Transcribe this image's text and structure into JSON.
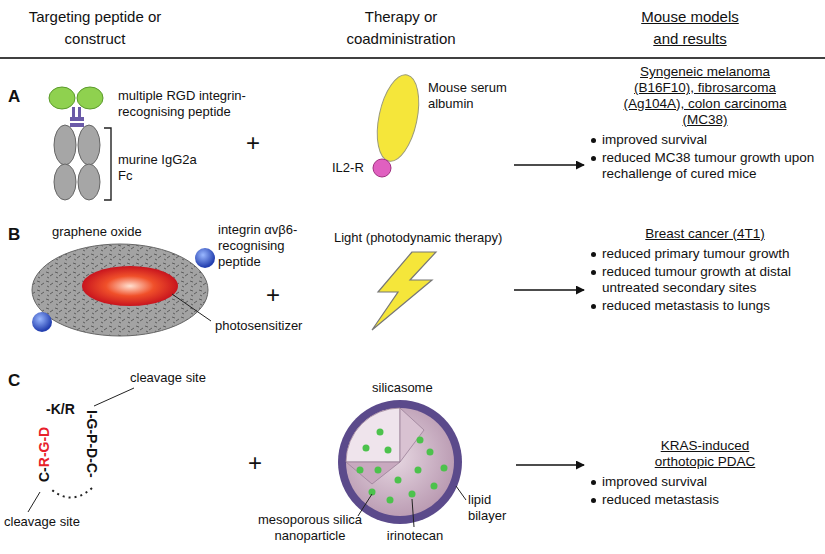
{
  "diagram": {
    "nodes": [
      {
        "text": [
          "Mouse serum albumin",
          "IL2-R"
        ]
      },
      {
        "text": [
          "Syngeneic melanoma (B16F10), fibrosarcoma (Ag104A), colon carcinoma (MC38)",
          "improved survival",
          "reduced MC38 tumour growth upon rechallenge of cured mice"
        ]
      },
      {
        "text": [
          "Light (photodynamic therapy)"
        ]
      },
      {
        "text": [
          "Breast cancer (4T1)",
          "reduced primary tumour growth",
          "reduced tumour growth at distal untreated secondary sites",
          "reduced metastasis to lungs"
        ]
      },
      {
        "text": [
          "silicasome",
          "mesoporous silica nanoparticle",
          "irinotecan",
          "lipid bilayer"
        ]
      },
      {
        "text": [
          "KRAS-induced orthotopic PDAC",
          "improved survival",
          "reduced metastasis"
        ]
      }
    ],
    "edges": [
      {
        "from": 0,
        "to": 1,
        "arrow": "to"
      },
      {
        "from": 2,
        "to": 3,
        "arrow": "to"
      },
      {
        "from": 4,
        "to": 5,
        "arrow": "to"
      }
    ],
    "labels": [
      "Targeting peptide or construct",
      "Therapy or coadministration",
      "Mouse models and results",
      "A",
      "+",
      "multiple RGD integrin-recognising peptide",
      "murine IgG2a Fc",
      "B",
      "graphene oxide",
      "integrin αvβ6-recognising peptide",
      "photosensitizer",
      "+",
      "C",
      "cleavage site",
      "cleavage site",
      "C-",
      "R-G-D",
      "-K/R",
      "I-G-P-D-C-",
      "+"
    ]
  }
}
